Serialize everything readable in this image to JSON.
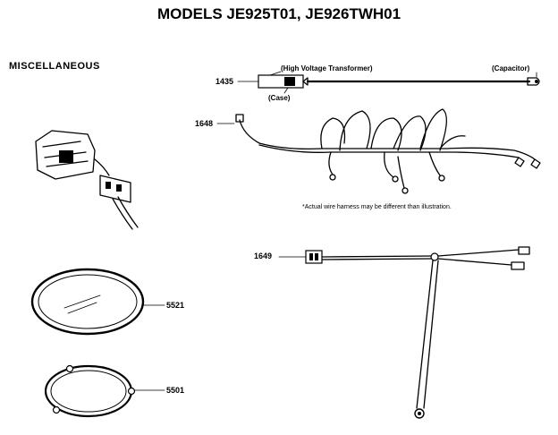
{
  "page": {
    "title": "MODELS JE925T01, JE926TWH01",
    "section_label": "MISCELLANEOUS"
  },
  "parts": {
    "p1435": {
      "number": "1435",
      "label_transformer": "(High Voltage Transformer)",
      "label_capacitor": "(Capacitor)",
      "label_case": "(Case)"
    },
    "p1648": {
      "number": "1648",
      "note": "*Actual wire harness may be different than illustration."
    },
    "p1649": {
      "number": "1649"
    },
    "p5521": {
      "number": "5521"
    },
    "p5501": {
      "number": "5501"
    }
  },
  "colors": {
    "ink": "#000000",
    "paper": "#ffffff"
  }
}
